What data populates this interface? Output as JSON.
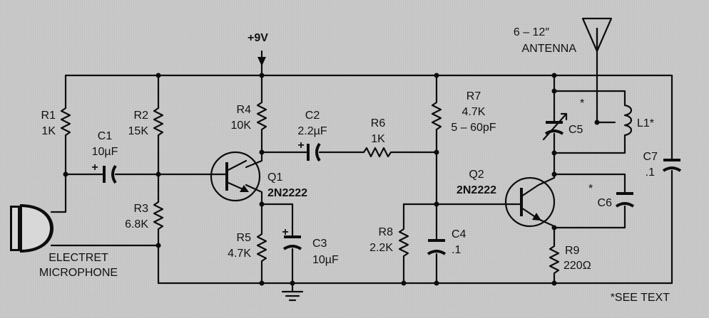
{
  "supply": "+9V",
  "antenna": {
    "size": "6 – 12″",
    "label": "ANTENNA"
  },
  "microphone": {
    "line1": "ELECTRET",
    "line2": "MICROPHONE"
  },
  "components": {
    "R1": {
      "ref": "R1",
      "value": "1K"
    },
    "R2": {
      "ref": "R2",
      "value": "15K"
    },
    "R3": {
      "ref": "R3",
      "value": "6.8K"
    },
    "R4": {
      "ref": "R4",
      "value": "10K"
    },
    "R5": {
      "ref": "R5",
      "value": "4.7K"
    },
    "R6": {
      "ref": "R6",
      "value": "1K"
    },
    "R7": {
      "ref": "R7",
      "value": "4.7K",
      "extra": "5 – 60pF"
    },
    "R8": {
      "ref": "R8",
      "value": "2.2K"
    },
    "R9": {
      "ref": "R9",
      "value": "220Ω"
    },
    "C1": {
      "ref": "C1",
      "value": "10µF"
    },
    "C2": {
      "ref": "C2",
      "value": "2.2µF"
    },
    "C3": {
      "ref": "C3",
      "value": "10µF"
    },
    "C4": {
      "ref": "C4",
      "value": ".1"
    },
    "C5": {
      "ref": "C5"
    },
    "C6": {
      "ref": "C6"
    },
    "C7": {
      "ref": "C7",
      "value": ".1"
    },
    "L1": {
      "ref": "L1*"
    },
    "Q1": {
      "ref": "Q1",
      "part": "2N2222"
    },
    "Q2": {
      "ref": "Q2",
      "part": "2N2222"
    }
  },
  "marks": {
    "plus": "+",
    "star": "*"
  },
  "footnote": "*SEE TEXT"
}
